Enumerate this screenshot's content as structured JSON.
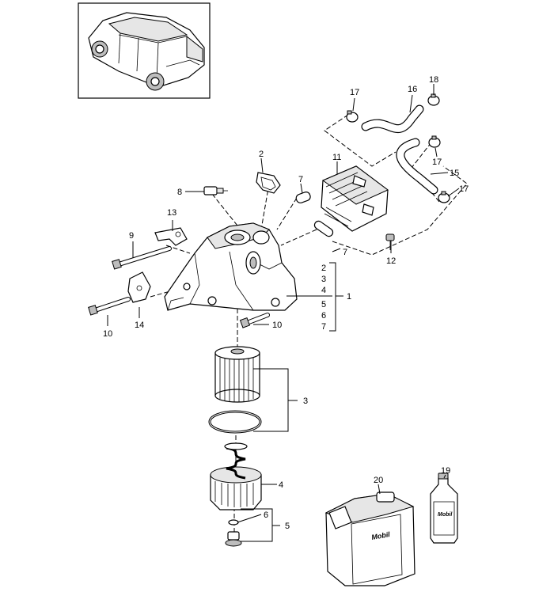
{
  "callouts": {
    "c1": "1",
    "c1_group": [
      "2",
      "3",
      "4",
      "5",
      "6",
      "7"
    ],
    "c2": "2",
    "c3_bracket": "3",
    "c4": "4",
    "c5": "5",
    "c6": "6",
    "c7a": "7",
    "c7b": "7",
    "c8": "8",
    "c9": "9",
    "c10a": "10",
    "c10b": "10",
    "c11": "11",
    "c12": "12",
    "c13": "13",
    "c14": "14",
    "c15": "15",
    "c16": "16",
    "c17a": "17",
    "c17b": "17",
    "c17c": "17",
    "c18": "18",
    "c19": "19",
    "c20": "20"
  },
  "labels": {
    "canister_brand": "Mobil",
    "bottle_brand": "Mobil"
  }
}
